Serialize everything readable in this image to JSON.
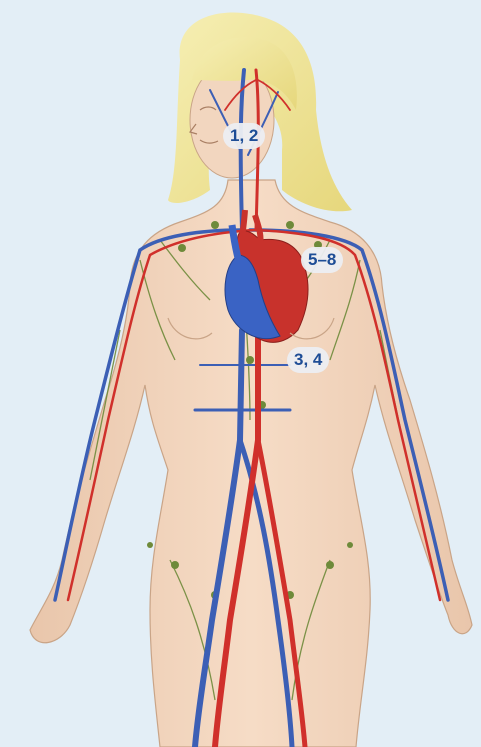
{
  "colors": {
    "background": "#e3eef6",
    "skin": "#f0d3bb",
    "hair": "#f1e79a",
    "vein": "#3c5fb5",
    "artery": "#d0302b",
    "lymph": "#6e8a3a",
    "label_text": "#1e4d96",
    "label_bg": "#ecedf1"
  },
  "labels": {
    "head_neck": "1, 2",
    "upper_chest": "5–8",
    "heart": "3, 4"
  }
}
